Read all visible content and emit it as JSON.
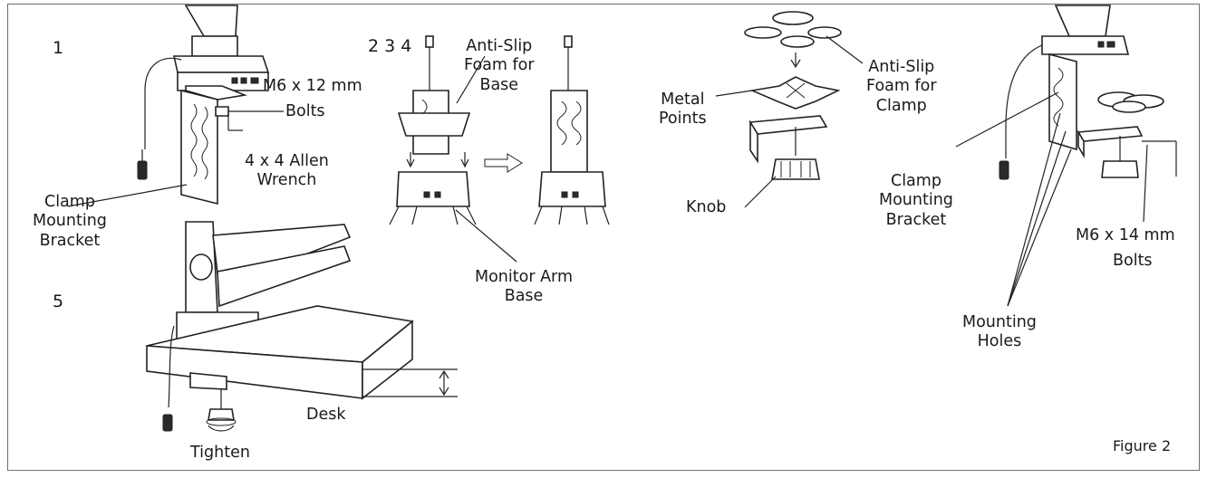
{
  "steps": {
    "step1": "1",
    "step234": "2 3 4",
    "step5": "5"
  },
  "labels": {
    "clamp_mounting_bracket_1": [
      "Clamp",
      "Mounting",
      "Bracket"
    ],
    "m6_12": "M6 x 12 mm",
    "bolts_12": "Bolts",
    "allen_wrench": [
      "4 x 4 Allen",
      "Wrench"
    ],
    "foam_base": [
      "Anti-Slip",
      "Foam for",
      "Base"
    ],
    "monitor_arm_base": [
      "Monitor Arm",
      "Base"
    ],
    "metal_points": [
      "Metal",
      "Points"
    ],
    "foam_clamp": [
      "Anti-Slip",
      "Foam for",
      "Clamp"
    ],
    "knob": "Knob",
    "clamp_mounting_bracket_2": [
      "Clamp",
      "Mounting",
      "Bracket"
    ],
    "m6_14": "M6 x 14 mm",
    "bolts_14": "Bolts",
    "mounting_holes": [
      "Mounting",
      "Holes"
    ],
    "desk": "Desk",
    "tighten": "Tighten",
    "figure": "Figure 2"
  }
}
